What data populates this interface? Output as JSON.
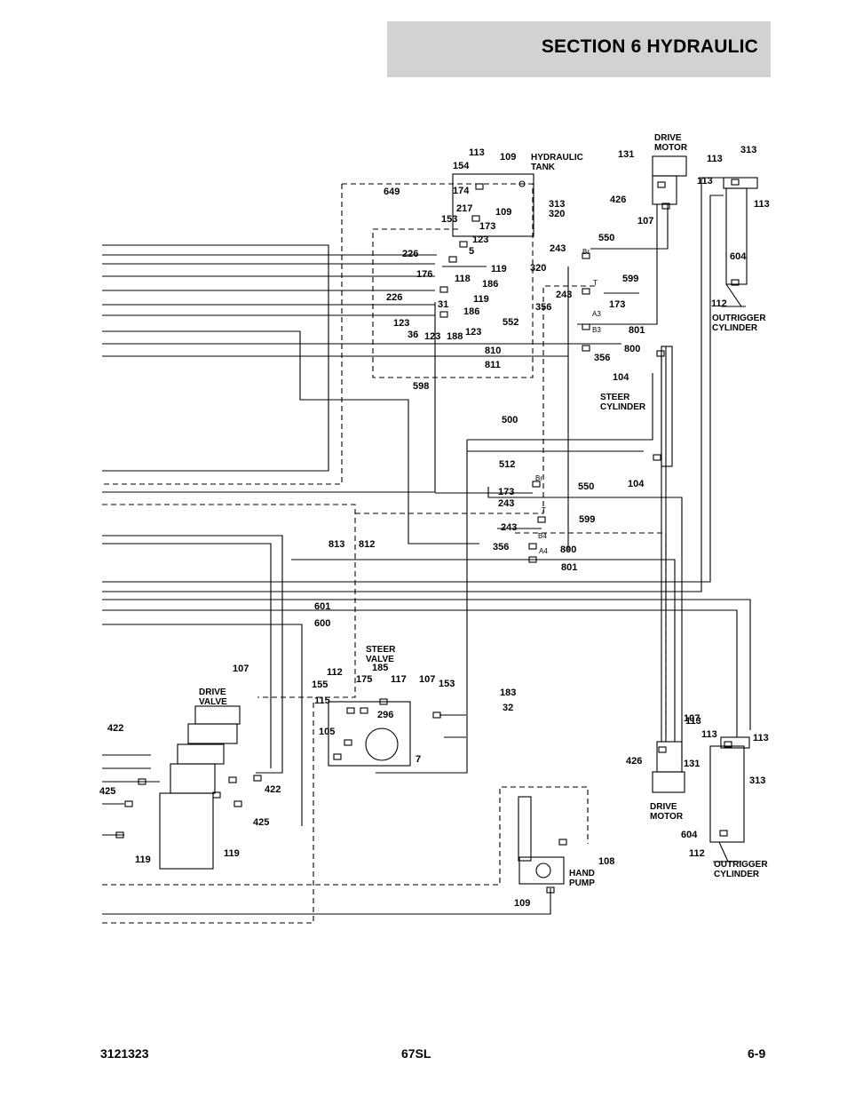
{
  "header": {
    "section_title": "SECTION 6   HYDRAULIC"
  },
  "footer": {
    "doc_number": "3121323",
    "model": "67SL",
    "page": "6-9"
  },
  "diagram": {
    "component_labels": [
      {
        "id": "lbl-hydraulic-tank",
        "lines": [
          "HYDRAULIC",
          "TANK"
        ]
      },
      {
        "id": "lbl-drive-motor-top",
        "lines": [
          "DRIVE",
          "MOTOR"
        ]
      },
      {
        "id": "lbl-outrigger-top",
        "lines": [
          "OUTRIGGER",
          "CYLINDER"
        ]
      },
      {
        "id": "lbl-steer-cylinder",
        "lines": [
          "STEER",
          "CYLINDER"
        ]
      },
      {
        "id": "lbl-steer-valve",
        "lines": [
          "STEER",
          "VALVE"
        ]
      },
      {
        "id": "lbl-drive-valve",
        "lines": [
          "DRIVE",
          "VALVE"
        ]
      },
      {
        "id": "lbl-drive-motor-bottom",
        "lines": [
          "DRIVE",
          "MOTOR"
        ]
      },
      {
        "id": "lbl-outrigger-bottom",
        "lines": [
          "OUTRIGGER",
          "CYLINDER"
        ]
      },
      {
        "id": "lbl-hand-pump",
        "lines": [
          "HAND",
          "PUMP"
        ]
      }
    ],
    "part_numbers": [
      "113",
      "109",
      "154",
      "174",
      "217",
      "109",
      "153",
      "173",
      "123",
      "5",
      "226",
      "176",
      "118",
      "119",
      "186",
      "119",
      "226",
      "31",
      "186",
      "123",
      "36",
      "123",
      "188",
      "123",
      "810",
      "811",
      "598",
      "649",
      "313",
      "320",
      "320",
      "131",
      "426",
      "107",
      "113",
      "313",
      "113",
      "113",
      "604",
      "112",
      "550",
      "243",
      "599",
      "243",
      "173",
      "356",
      "552",
      "801",
      "800",
      "356",
      "104",
      "104",
      "500",
      "512",
      "173",
      "243",
      "550",
      "243",
      "599",
      "356",
      "800",
      "801",
      "813",
      "812",
      "601",
      "600",
      "107",
      "112",
      "155",
      "175",
      "185",
      "117",
      "107",
      "153",
      "183",
      "32",
      "115",
      "296",
      "105",
      "7",
      "422",
      "425",
      "422",
      "425",
      "119",
      "119",
      "108",
      "109",
      "107",
      "113",
      "113",
      "113",
      "426",
      "131",
      "313",
      "604",
      "112"
    ],
    "port_marks": [
      "Br",
      "T",
      "A3",
      "B3",
      "Br",
      "T",
      "B4",
      "A4"
    ]
  }
}
